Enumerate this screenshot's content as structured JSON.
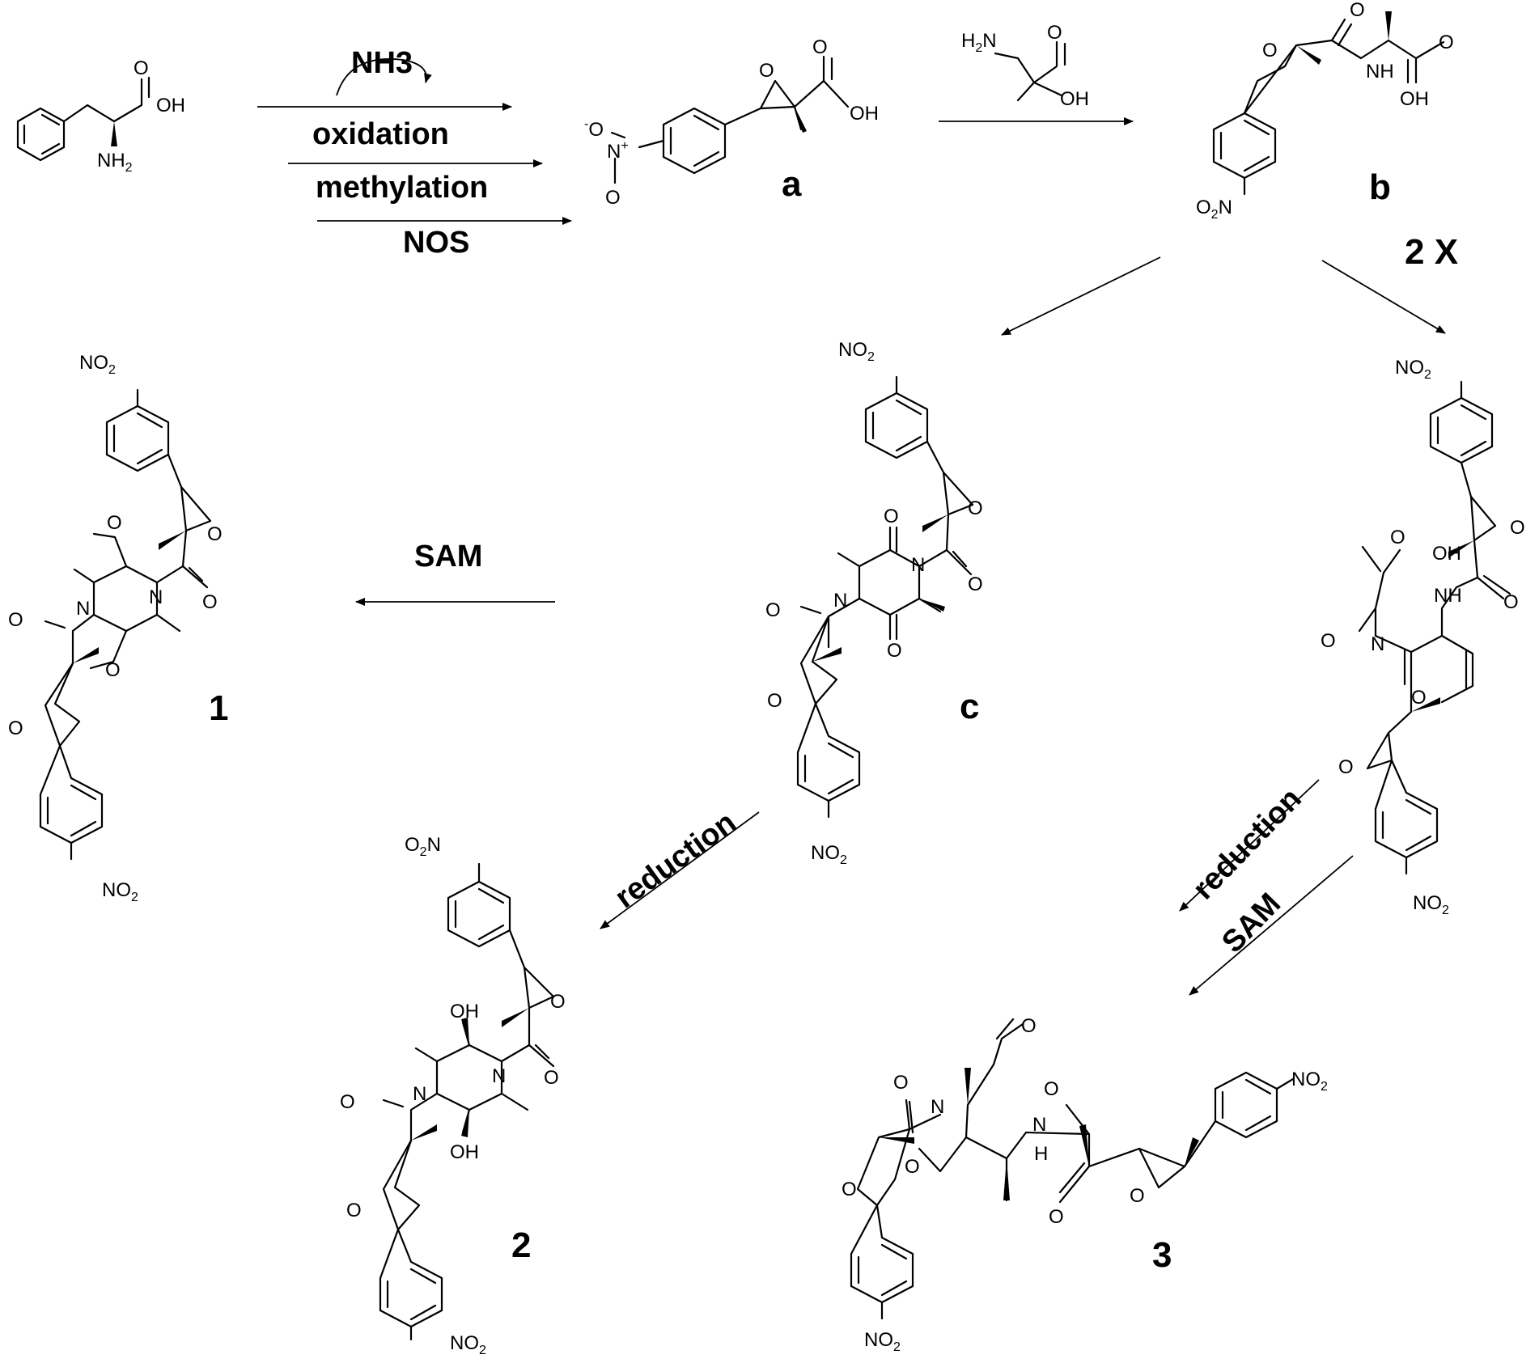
{
  "steps": {
    "nh3": "NH3",
    "oxidation": "oxidation",
    "methylation": "methylation",
    "nos": "NOS",
    "two_x": "2 X",
    "sam_left": "SAM",
    "reduction_left": "reduction",
    "reduction_right": "reduction",
    "sam_right": "SAM"
  },
  "compounds": {
    "a": "a",
    "b": "b",
    "c": "c",
    "one": "1",
    "two": "2",
    "three": "3"
  },
  "atoms": {
    "oh": "OH",
    "o": "O",
    "n": "N",
    "nh": "NH",
    "nh2": "NH",
    "nh2_sub": "2",
    "h2n_h": "H",
    "h2n_sub": "2",
    "h2n_n": "N",
    "no2_n": "NO",
    "no2_sub": "2",
    "o2n_o": "O",
    "o2n_sub": "2",
    "o2n_n": "N",
    "h": "H",
    "nplus": "N",
    "plus": "+",
    "ominus": "O",
    "minus": "-"
  }
}
